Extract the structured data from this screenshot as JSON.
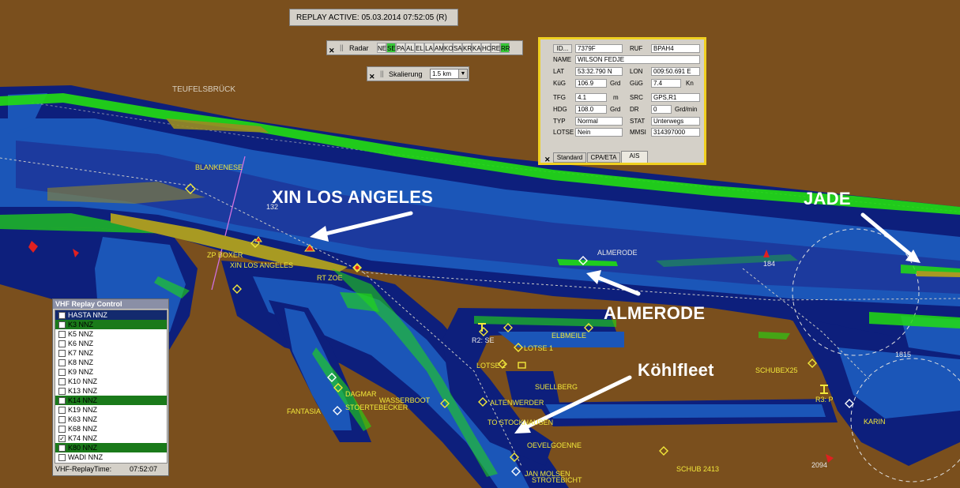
{
  "replay": {
    "text": "REPLAY ACTIVE:  05.03.2014 07:52:05 (R)"
  },
  "radar": {
    "label": "Radar",
    "buttons": [
      {
        "label": "NE",
        "on": false
      },
      {
        "label": "SE",
        "on": true
      },
      {
        "label": "PA",
        "on": false
      },
      {
        "label": "AL",
        "on": false
      },
      {
        "label": "EL",
        "on": false
      },
      {
        "label": "LA",
        "on": false
      },
      {
        "label": "AM",
        "on": false
      },
      {
        "label": "KO",
        "on": false
      },
      {
        "label": "SA",
        "on": false
      },
      {
        "label": "KR",
        "on": false
      },
      {
        "label": "KA",
        "on": false
      },
      {
        "label": "HO",
        "on": false
      },
      {
        "label": "RE",
        "on": false
      },
      {
        "label": "RR",
        "on": true
      }
    ]
  },
  "scaling": {
    "label": "Skalierung",
    "value": "1.5 km"
  },
  "ais": {
    "id_button": "ID...",
    "id_value": "7379F",
    "ruf_label": "RUF",
    "ruf_value": "BPAH4",
    "name_label": "NAME",
    "name_value": "WILSON FEDJE",
    "lat_label": "LAT",
    "lat_value": "53:32.790 N",
    "lon_label": "LON",
    "lon_value": "009:50.691 E",
    "kug_label": "KüG",
    "kug_value": "106.9",
    "kug_unit": "Grd",
    "gug_label": "GüG",
    "gug_value": "7.4",
    "gug_unit": "Kn",
    "tfg_label": "TFG",
    "tfg_value": "4.1",
    "tfg_unit": "m",
    "src_label": "SRC",
    "src_value": "GPS,R1",
    "hdg_label": "HDG",
    "hdg_value": "108.0",
    "hdg_unit": "Grd",
    "dr_label": "DR",
    "dr_value": "0",
    "dr_unit": "Grd/min",
    "typ_label": "TYP",
    "typ_value": "Normal",
    "stat_label": "STAT",
    "stat_value": "Unterwegs",
    "lotse_label": "LOTSE",
    "lotse_value": "Nein",
    "mmsi_label": "MMSI",
    "mmsi_value": "314397000",
    "tabs": [
      "Standard",
      "CPA/ETA",
      "AIS"
    ]
  },
  "vhf": {
    "title": "VHF Replay Control",
    "channels": [
      {
        "label": "HASTA NNZ",
        "checked": false,
        "style": "dark"
      },
      {
        "label": "K3 NNZ",
        "checked": false,
        "style": "hi"
      },
      {
        "label": "K5 NNZ",
        "checked": false,
        "style": ""
      },
      {
        "label": "K6 NNZ",
        "checked": false,
        "style": ""
      },
      {
        "label": "K7 NNZ",
        "checked": false,
        "style": ""
      },
      {
        "label": "K8 NNZ",
        "checked": false,
        "style": ""
      },
      {
        "label": "K9 NNZ",
        "checked": false,
        "style": ""
      },
      {
        "label": "K10 NNZ",
        "checked": false,
        "style": ""
      },
      {
        "label": "K13 NNZ",
        "checked": false,
        "style": ""
      },
      {
        "label": "K14 NNZ",
        "checked": false,
        "style": "hi"
      },
      {
        "label": "K19 NNZ",
        "checked": false,
        "style": ""
      },
      {
        "label": "K63 NNZ",
        "checked": false,
        "style": ""
      },
      {
        "label": "K68 NNZ",
        "checked": false,
        "style": ""
      },
      {
        "label": "K74 NNZ",
        "checked": true,
        "style": ""
      },
      {
        "label": "K80 NNZ",
        "checked": false,
        "style": "hi"
      },
      {
        "label": "WADI NNZ",
        "checked": false,
        "style": ""
      }
    ],
    "time_label": "VHF-ReplayTime:",
    "time_value": "07:52:07"
  },
  "annotations": {
    "xin": "XIN LOS ANGELES",
    "jade": "JADE",
    "almerode": "ALMERODE",
    "kohlfleet": "Köhlfleet"
  },
  "places": {
    "teufelsbruck": "TEUFELSBRÜCK",
    "blankenese": "BLANKENESE"
  },
  "targets": {
    "zp_boxer": "ZP BOXER",
    "xin_small": "XIN LOS ANGELES",
    "rt_zoe": "RT ZOE",
    "almerode_small": "ALMERODE",
    "r2_se": "R2: SE",
    "lotse1": "LOTSE 1",
    "lotse2": "LOTSE 2",
    "elbmeile": "ELBMEILE",
    "suellberg": "SUELLBERG",
    "dagmar": "DAGMAR",
    "fantasia": "FANTASIA",
    "wasserboot": "WASSERBOOT",
    "stoertebecker": "STOERTEBECKER",
    "altenwerder": "ALTENWERDER",
    "stockhausen": "TO STOCKHAUSEN",
    "oevelgoenne": "OEVELGOENNE",
    "jan_molsen": "JAN MOLSEN",
    "strotebicht": "STROTEBICHT",
    "schubex": "SCHUBEX25",
    "r3_p": "R3: P",
    "karin": "KARIN",
    "schub2413": "SCHUB 2413",
    "n132": "132",
    "n1815": "1815",
    "n2094": "2094",
    "n184": "184"
  },
  "colors": {
    "land": "#7a4f1d",
    "channel_dark": "#0d1f7c",
    "channel_mid": "#1b56b8",
    "echo_green": "#22dd11",
    "label_yellow": "#f2e83a"
  }
}
